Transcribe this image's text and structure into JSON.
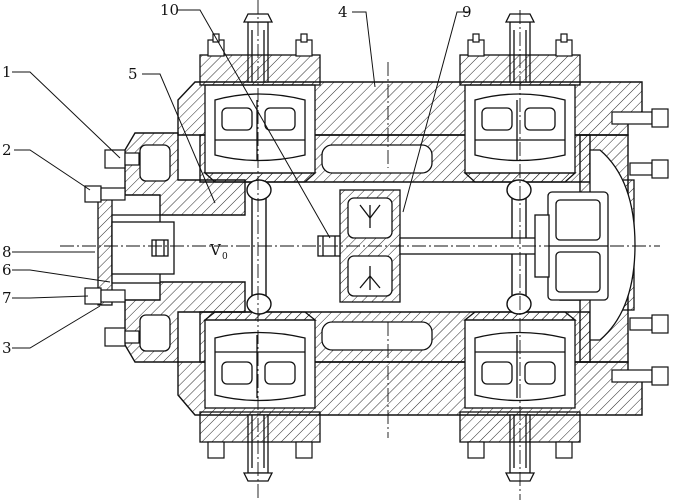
{
  "diagram": {
    "type": "mechanical-section-drawing",
    "callouts": [
      {
        "id": "c1",
        "text": "1"
      },
      {
        "id": "c2",
        "text": "2"
      },
      {
        "id": "c3",
        "text": "3"
      },
      {
        "id": "c4",
        "text": "4"
      },
      {
        "id": "c5",
        "text": "5"
      },
      {
        "id": "c6",
        "text": "6"
      },
      {
        "id": "c7",
        "text": "7"
      },
      {
        "id": "c8",
        "text": "8"
      },
      {
        "id": "c9",
        "text": "9"
      },
      {
        "id": "c10",
        "text": "10"
      }
    ],
    "velocity_label": {
      "main": "V",
      "subscript": "0"
    },
    "colors": {
      "line": "#111111",
      "background": "#ffffff"
    }
  }
}
